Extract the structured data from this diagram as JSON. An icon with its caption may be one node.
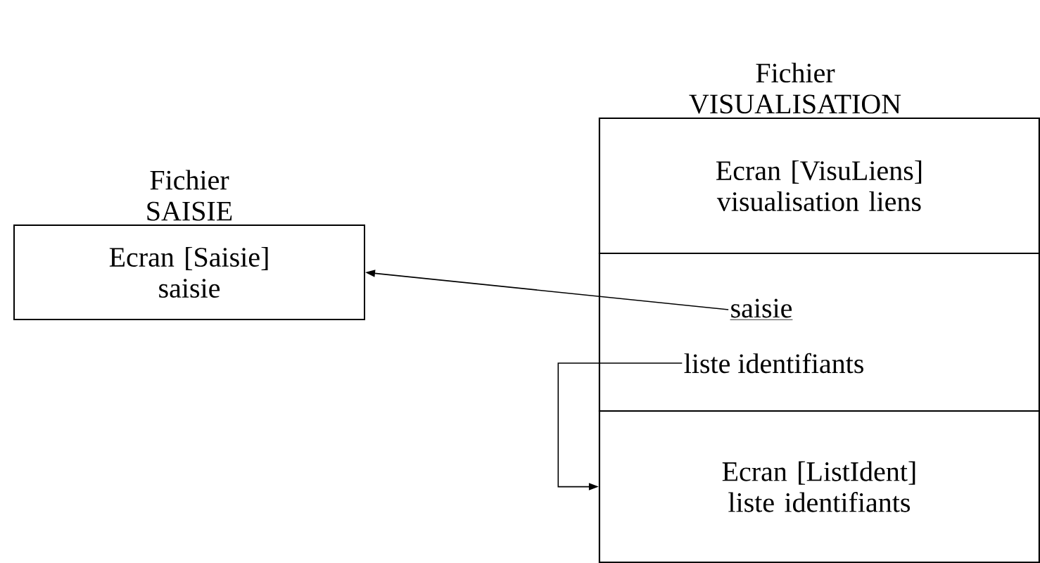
{
  "diagram": {
    "nodes": [
      {
        "text": [
          "Fichier SAISIE",
          "Ecran [Saisie] saisie"
        ]
      },
      {
        "text": [
          "Fichier VISUALISATION"
        ]
      },
      {
        "text": [
          "Ecran [VisuLiens] visualisation liens"
        ],
        "in": 1
      },
      {
        "text": [],
        "shape": "box",
        "in": 1
      },
      {
        "text": [
          "saisie"
        ],
        "in": 3
      },
      {
        "text": [
          "liste identifiants"
        ],
        "in": 3
      },
      {
        "text": [
          "Ecran [ListIdent] liste identifiants"
        ],
        "in": 1
      }
    ],
    "edges": [
      {
        "from": 4,
        "to": 0,
        "arrow": "to"
      },
      {
        "from": 5,
        "to": 6,
        "arrow": "to"
      }
    ]
  }
}
